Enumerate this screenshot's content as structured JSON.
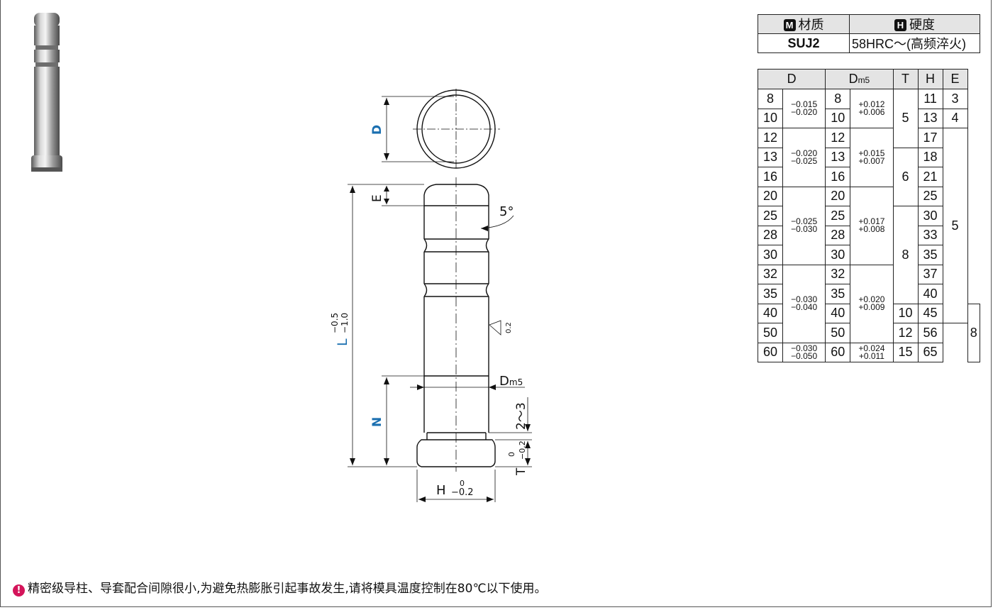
{
  "material_table": {
    "material_badge": "M",
    "material_label": "材质",
    "hardness_badge": "H",
    "hardness_label": "硬度",
    "material_value": "SUJ2",
    "hardness_value": "58HRC～(高频淬火)"
  },
  "spec_table": {
    "headers": {
      "d": "D",
      "dm": "D",
      "dm_sub": "m5",
      "t": "T",
      "h": "H",
      "e": "E"
    },
    "rows": [
      {
        "d": "8",
        "dm": "8",
        "h": "11"
      },
      {
        "d": "10",
        "dm": "10",
        "h": "13"
      },
      {
        "d": "12",
        "dm": "12",
        "h": "17"
      },
      {
        "d": "13",
        "dm": "13",
        "h": "18"
      },
      {
        "d": "16",
        "dm": "16",
        "h": "21"
      },
      {
        "d": "20",
        "dm": "20",
        "h": "25"
      },
      {
        "d": "25",
        "dm": "25",
        "h": "30"
      },
      {
        "d": "28",
        "dm": "28",
        "h": "33"
      },
      {
        "d": "30",
        "dm": "30",
        "h": "35"
      },
      {
        "d": "32",
        "dm": "32",
        "h": "37"
      },
      {
        "d": "35",
        "dm": "35",
        "h": "40"
      },
      {
        "d": "40",
        "dm": "40",
        "h": "45"
      },
      {
        "d": "50",
        "dm": "50",
        "h": "56"
      },
      {
        "d": "60",
        "dm": "60",
        "h": "65"
      }
    ],
    "d_tolerances": [
      {
        "upper": "−0.015",
        "lower": "−0.020"
      },
      {
        "upper": "−0.020",
        "lower": "−0.025"
      },
      {
        "upper": "−0.025",
        "lower": "−0.030"
      },
      {
        "upper": "−0.030",
        "lower": "−0.040"
      },
      {
        "upper": "−0.030",
        "lower": "−0.050"
      }
    ],
    "dm_tolerances": [
      {
        "upper": "+0.012",
        "lower": "+0.006"
      },
      {
        "upper": "+0.015",
        "lower": "+0.007"
      },
      {
        "upper": "+0.017",
        "lower": "+0.008"
      },
      {
        "upper": "+0.020",
        "lower": "+0.009"
      },
      {
        "upper": "+0.024",
        "lower": "+0.011"
      }
    ],
    "t_values": [
      "5",
      "6",
      "8",
      "10",
      "12",
      "15"
    ],
    "e_values": [
      "3",
      "4",
      "5",
      "8"
    ]
  },
  "drawing": {
    "label_D": "D",
    "label_E": "E",
    "label_angle": "5°",
    "label_L": "L",
    "label_L_tol_upper": "−0.5",
    "label_L_tol_lower": "−1.0",
    "label_roughness": "0.2",
    "label_Dm": "D",
    "label_Dm_sub": "m5",
    "label_N": "N",
    "label_23": "2～3",
    "label_T": "T",
    "label_T_tol_upper": "0",
    "label_T_tol_lower": "−0.2",
    "label_H": "H",
    "label_H_tol_upper": "0",
    "label_H_tol_lower": "−0.2",
    "accent_color": "#1a6fb0"
  },
  "note": {
    "icon": "warning-icon",
    "text": "精密级导柱、导套配合间隙很小,为避免热膨胀引起事故发生,请将模具温度控制在80℃以下使用。"
  }
}
